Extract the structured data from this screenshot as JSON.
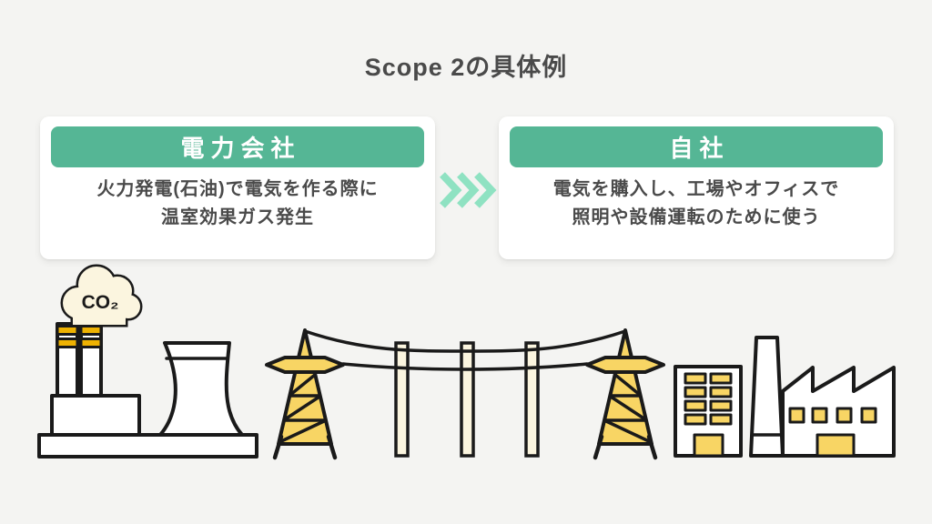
{
  "title": "Scope 2の具体例",
  "cards": {
    "left": {
      "header": "電力会社",
      "body_lines": [
        "火力発電(石油)で電気を作る際に",
        "温室効果ガス発生"
      ]
    },
    "right": {
      "header": "自社",
      "body_lines": [
        "電気を購入し、工場やオフィスで",
        "照明や設備運転のために使う"
      ]
    }
  },
  "arrow": {
    "type": "triple-chevron-right",
    "chevron_count": 3
  },
  "illustration": {
    "co2_label": "CO₂",
    "elements": [
      "co2-cloud",
      "smokestacks",
      "power-plant-building",
      "cooling-tower",
      "ground-platform",
      "transmission-tower-left",
      "utility-poles",
      "power-lines",
      "transmission-tower-right",
      "office-building",
      "factory"
    ]
  },
  "colors": {
    "background": "#f4f4f2",
    "card": "#ffffff",
    "accent_green": "#55b695",
    "chevron_mint": "#8fe2c2",
    "text_dark": "#4a4a4a",
    "outline": "#1a1a1a",
    "fill_yellow": "#f8d564",
    "fill_gold": "#eeb202",
    "fill_cream": "#fbf5df"
  }
}
